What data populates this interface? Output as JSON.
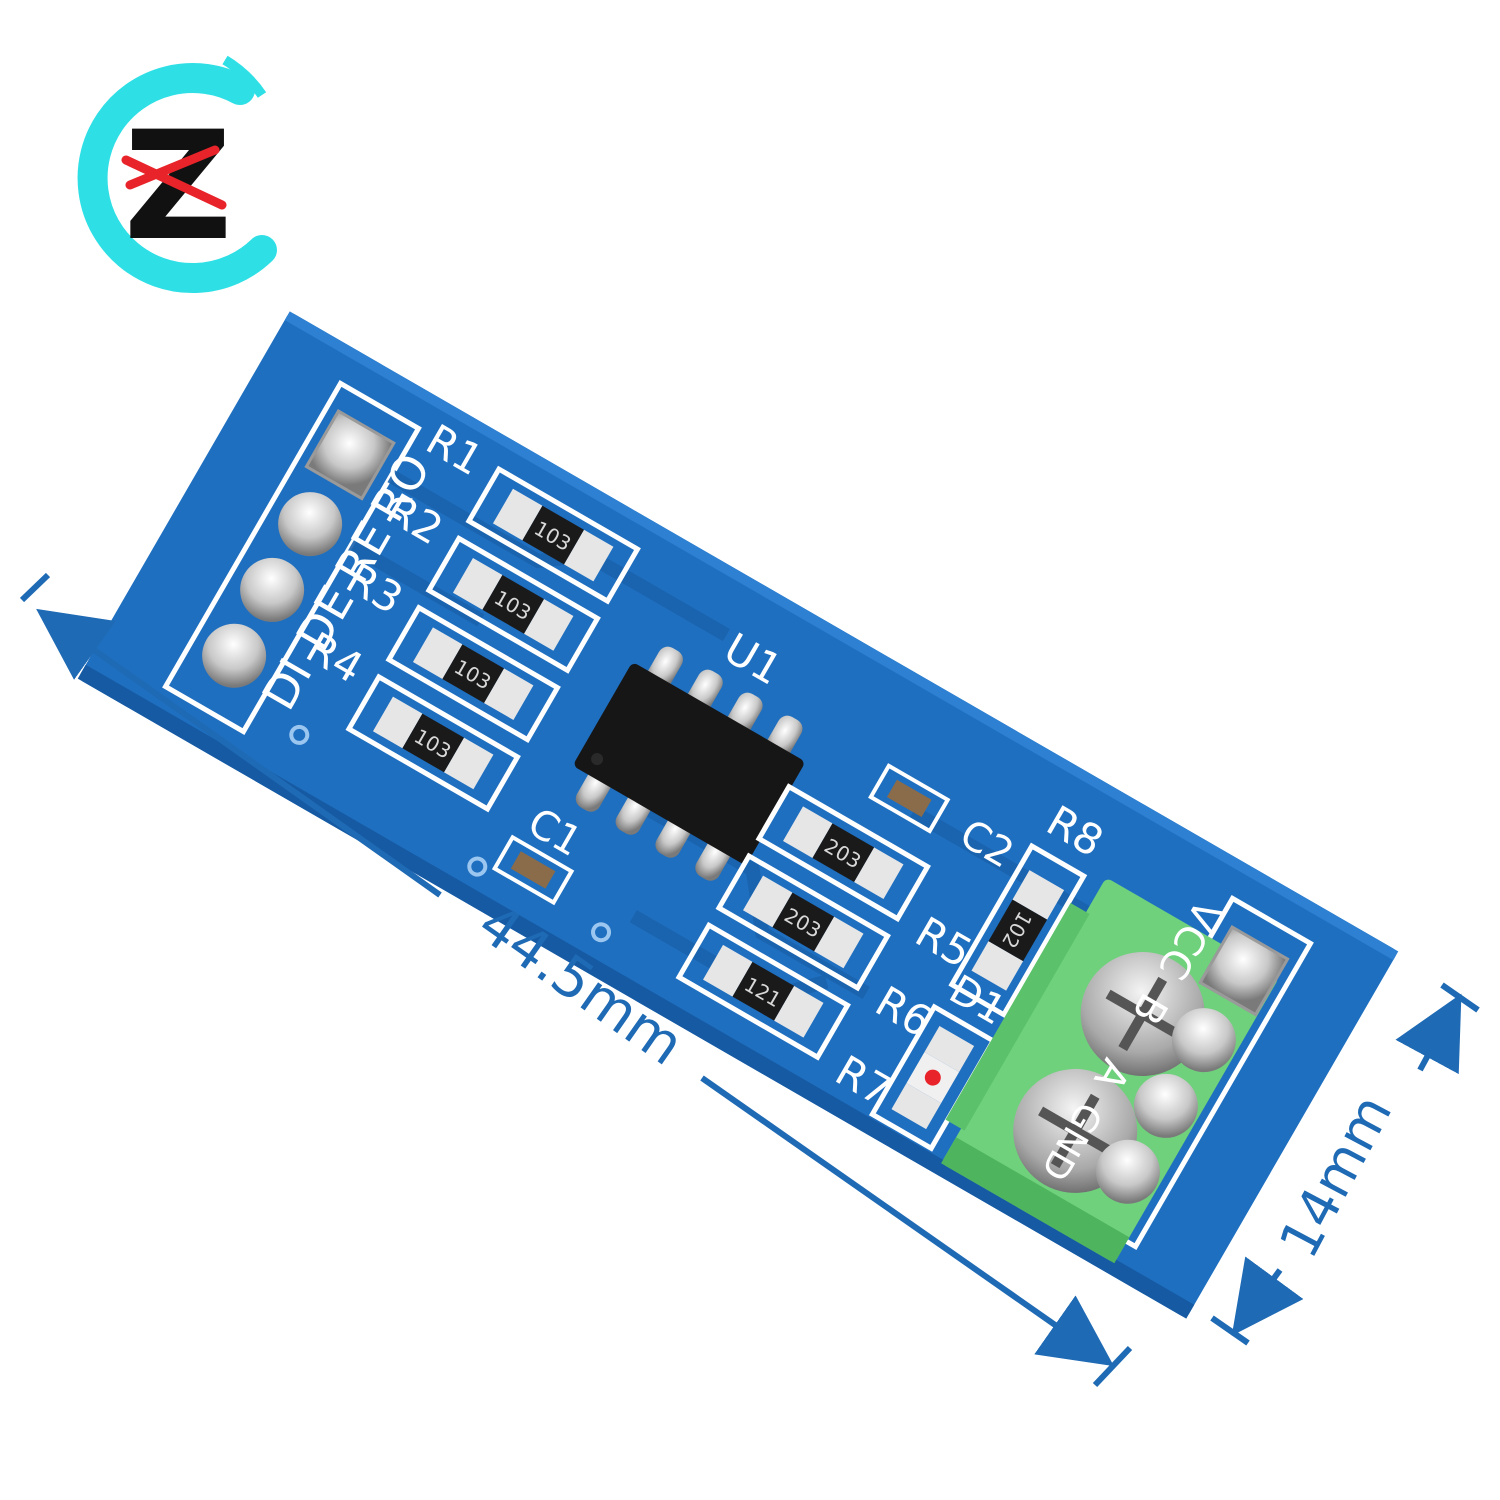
{
  "logo": {
    "letter": "Z",
    "colors": {
      "ring": "#2ee0e6",
      "letter": "#111111",
      "slash": "#e8242a"
    }
  },
  "board": {
    "pcb_color": "#1f6fc0",
    "pcb_dark": "#165aa3",
    "silk_color": "#ffffff",
    "header_left_labels": [
      "RO",
      "RE",
      "DE",
      "DI"
    ],
    "header_right_labels": [
      "VCC",
      "B",
      "A",
      "GND"
    ],
    "ic": {
      "ref": "U1"
    },
    "resistors": [
      {
        "ref": "R1",
        "code": "103"
      },
      {
        "ref": "R2",
        "code": "103"
      },
      {
        "ref": "R3",
        "code": "103"
      },
      {
        "ref": "R4",
        "code": "103"
      },
      {
        "ref": "R5",
        "code": "203"
      },
      {
        "ref": "R6",
        "code": "203"
      },
      {
        "ref": "R7",
        "code": "121"
      },
      {
        "ref": "R8",
        "code": "102"
      }
    ],
    "capacitors": [
      {
        "ref": "C1"
      },
      {
        "ref": "C2"
      }
    ],
    "led": {
      "ref": "D1"
    },
    "terminal_color": "#6fd17c"
  },
  "dimensions": {
    "length": "44.5mm",
    "width": "14mm",
    "color": "#1e6ab4"
  }
}
